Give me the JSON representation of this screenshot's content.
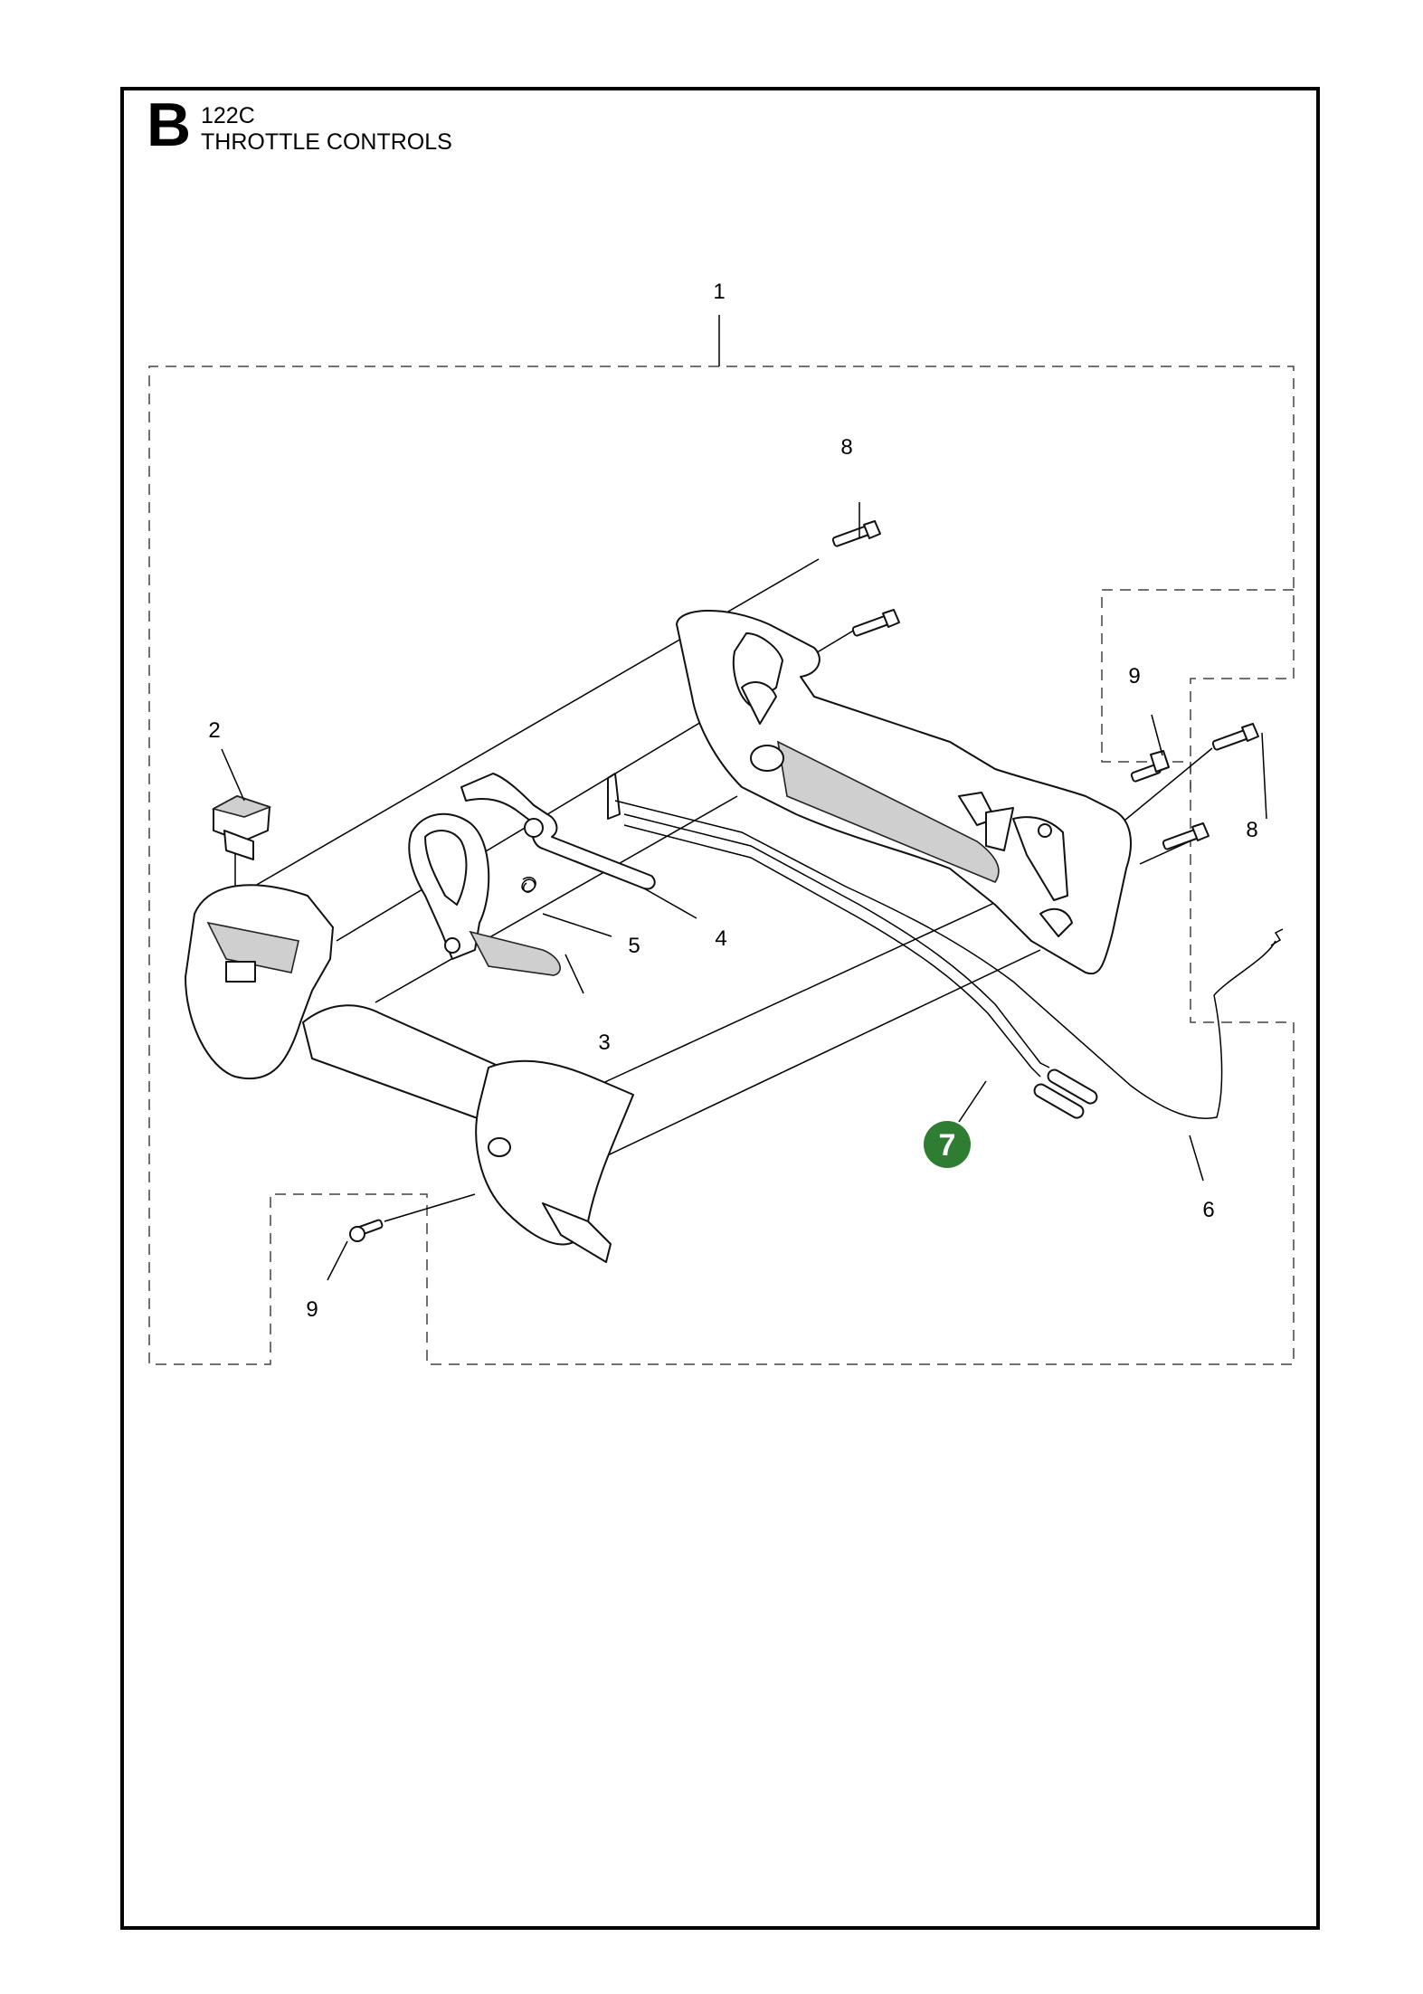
{
  "header": {
    "section_letter": "B",
    "model": "122C",
    "title": "THROTTLE CONTROLS"
  },
  "callouts": {
    "c1": "1",
    "c2": "2",
    "c3": "3",
    "c4": "4",
    "c5": "5",
    "c6": "6",
    "c7": "7",
    "c8a": "8",
    "c8b": "8",
    "c9a": "9",
    "c9b": "9"
  },
  "colors": {
    "highlight": "#2e7d32"
  }
}
